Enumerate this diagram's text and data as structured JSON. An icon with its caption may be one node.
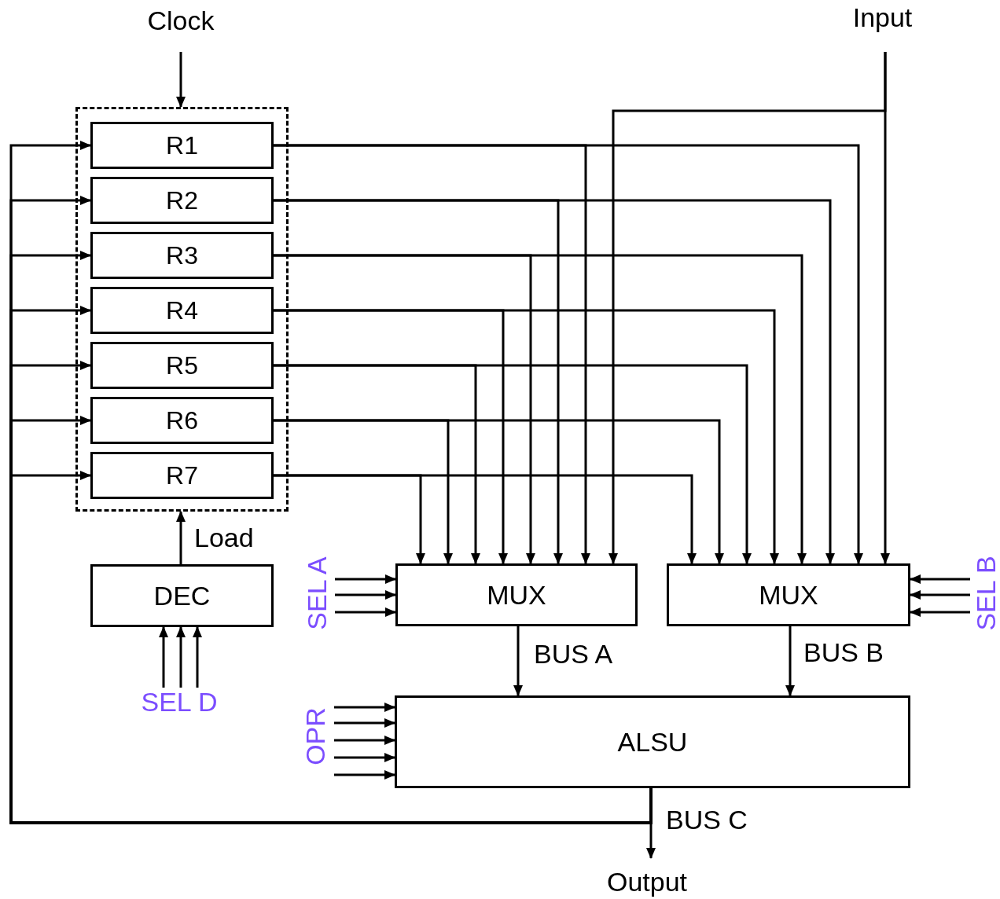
{
  "diagram": {
    "nodes": [
      {
        "text": [
          "Clock"
        ]
      },
      {
        "text": [
          "Input"
        ]
      },
      {
        "text": [],
        "shape": "box"
      },
      {
        "text": [
          "R1"
        ],
        "in": 2
      },
      {
        "text": [
          "R2"
        ],
        "in": 2
      },
      {
        "text": [
          "R3"
        ],
        "in": 2
      },
      {
        "text": [
          "R4"
        ],
        "in": 2
      },
      {
        "text": [
          "R5"
        ],
        "in": 2
      },
      {
        "text": [
          "R6"
        ],
        "in": 2
      },
      {
        "text": [
          "R7"
        ],
        "in": 2
      },
      {
        "text": [
          "DEC"
        ]
      },
      {
        "text": [
          "SEL A"
        ]
      },
      {
        "text": [
          "MUX"
        ]
      },
      {
        "text": [
          "MUX"
        ]
      },
      {
        "text": [
          "SEL B"
        ]
      },
      {
        "text": [
          "SEL D"
        ]
      },
      {
        "text": [
          "OPR"
        ]
      },
      {
        "text": [
          "ALSU"
        ]
      },
      {
        "text": [
          "Output"
        ]
      }
    ],
    "edges": [
      {
        "from": 0,
        "to": 2,
        "arrow": "to"
      },
      {
        "from": 10,
        "to": 2,
        "arrow": "to",
        "label": "Load"
      },
      {
        "from": 3,
        "to": 12,
        "arrow": "to"
      },
      {
        "from": 4,
        "to": 12,
        "arrow": "to"
      },
      {
        "from": 5,
        "to": 12,
        "arrow": "to"
      },
      {
        "from": 6,
        "to": 12,
        "arrow": "to"
      },
      {
        "from": 7,
        "to": 12,
        "arrow": "to"
      },
      {
        "from": 8,
        "to": 12,
        "arrow": "to"
      },
      {
        "from": 9,
        "to": 12,
        "arrow": "to"
      },
      {
        "from": 3,
        "to": 13,
        "arrow": "to"
      },
      {
        "from": 4,
        "to": 13,
        "arrow": "to"
      },
      {
        "from": 5,
        "to": 13,
        "arrow": "to"
      },
      {
        "from": 6,
        "to": 13,
        "arrow": "to"
      },
      {
        "from": 7,
        "to": 13,
        "arrow": "to"
      },
      {
        "from": 8,
        "to": 13,
        "arrow": "to"
      },
      {
        "from": 9,
        "to": 13,
        "arrow": "to"
      },
      {
        "from": 1,
        "to": 12,
        "arrow": "to"
      },
      {
        "from": 1,
        "to": 13,
        "arrow": "to"
      },
      {
        "from": 12,
        "to": 17,
        "arrow": "to",
        "label": "BUS A"
      },
      {
        "from": 13,
        "to": 17,
        "arrow": "to",
        "label": "BUS B"
      },
      {
        "from": 17,
        "to": 18,
        "arrow": "to",
        "label": "BUS C"
      },
      {
        "from": 17,
        "to": 3,
        "arrow": "to"
      },
      {
        "from": 17,
        "to": 4,
        "arrow": "to"
      },
      {
        "from": 17,
        "to": 5,
        "arrow": "to"
      },
      {
        "from": 17,
        "to": 6,
        "arrow": "to"
      },
      {
        "from": 17,
        "to": 7,
        "arrow": "to"
      },
      {
        "from": 17,
        "to": 8,
        "arrow": "to"
      },
      {
        "from": 17,
        "to": 9,
        "arrow": "to"
      },
      {
        "from": 11,
        "to": 12,
        "arrow": "to"
      },
      {
        "from": 11,
        "to": 12,
        "arrow": "to"
      },
      {
        "from": 11,
        "to": 12,
        "arrow": "to"
      },
      {
        "from": 14,
        "to": 13,
        "arrow": "to"
      },
      {
        "from": 14,
        "to": 13,
        "arrow": "to"
      },
      {
        "from": 14,
        "to": 13,
        "arrow": "to"
      },
      {
        "from": 15,
        "to": 10,
        "arrow": "to"
      },
      {
        "from": 15,
        "to": 10,
        "arrow": "to"
      },
      {
        "from": 15,
        "to": 10,
        "arrow": "to"
      },
      {
        "from": 16,
        "to": 17,
        "arrow": "to"
      },
      {
        "from": 16,
        "to": 17,
        "arrow": "to"
      },
      {
        "from": 16,
        "to": 17,
        "arrow": "to"
      },
      {
        "from": 16,
        "to": 17,
        "arrow": "to"
      },
      {
        "from": 16,
        "to": 17,
        "arrow": "to"
      }
    ]
  }
}
